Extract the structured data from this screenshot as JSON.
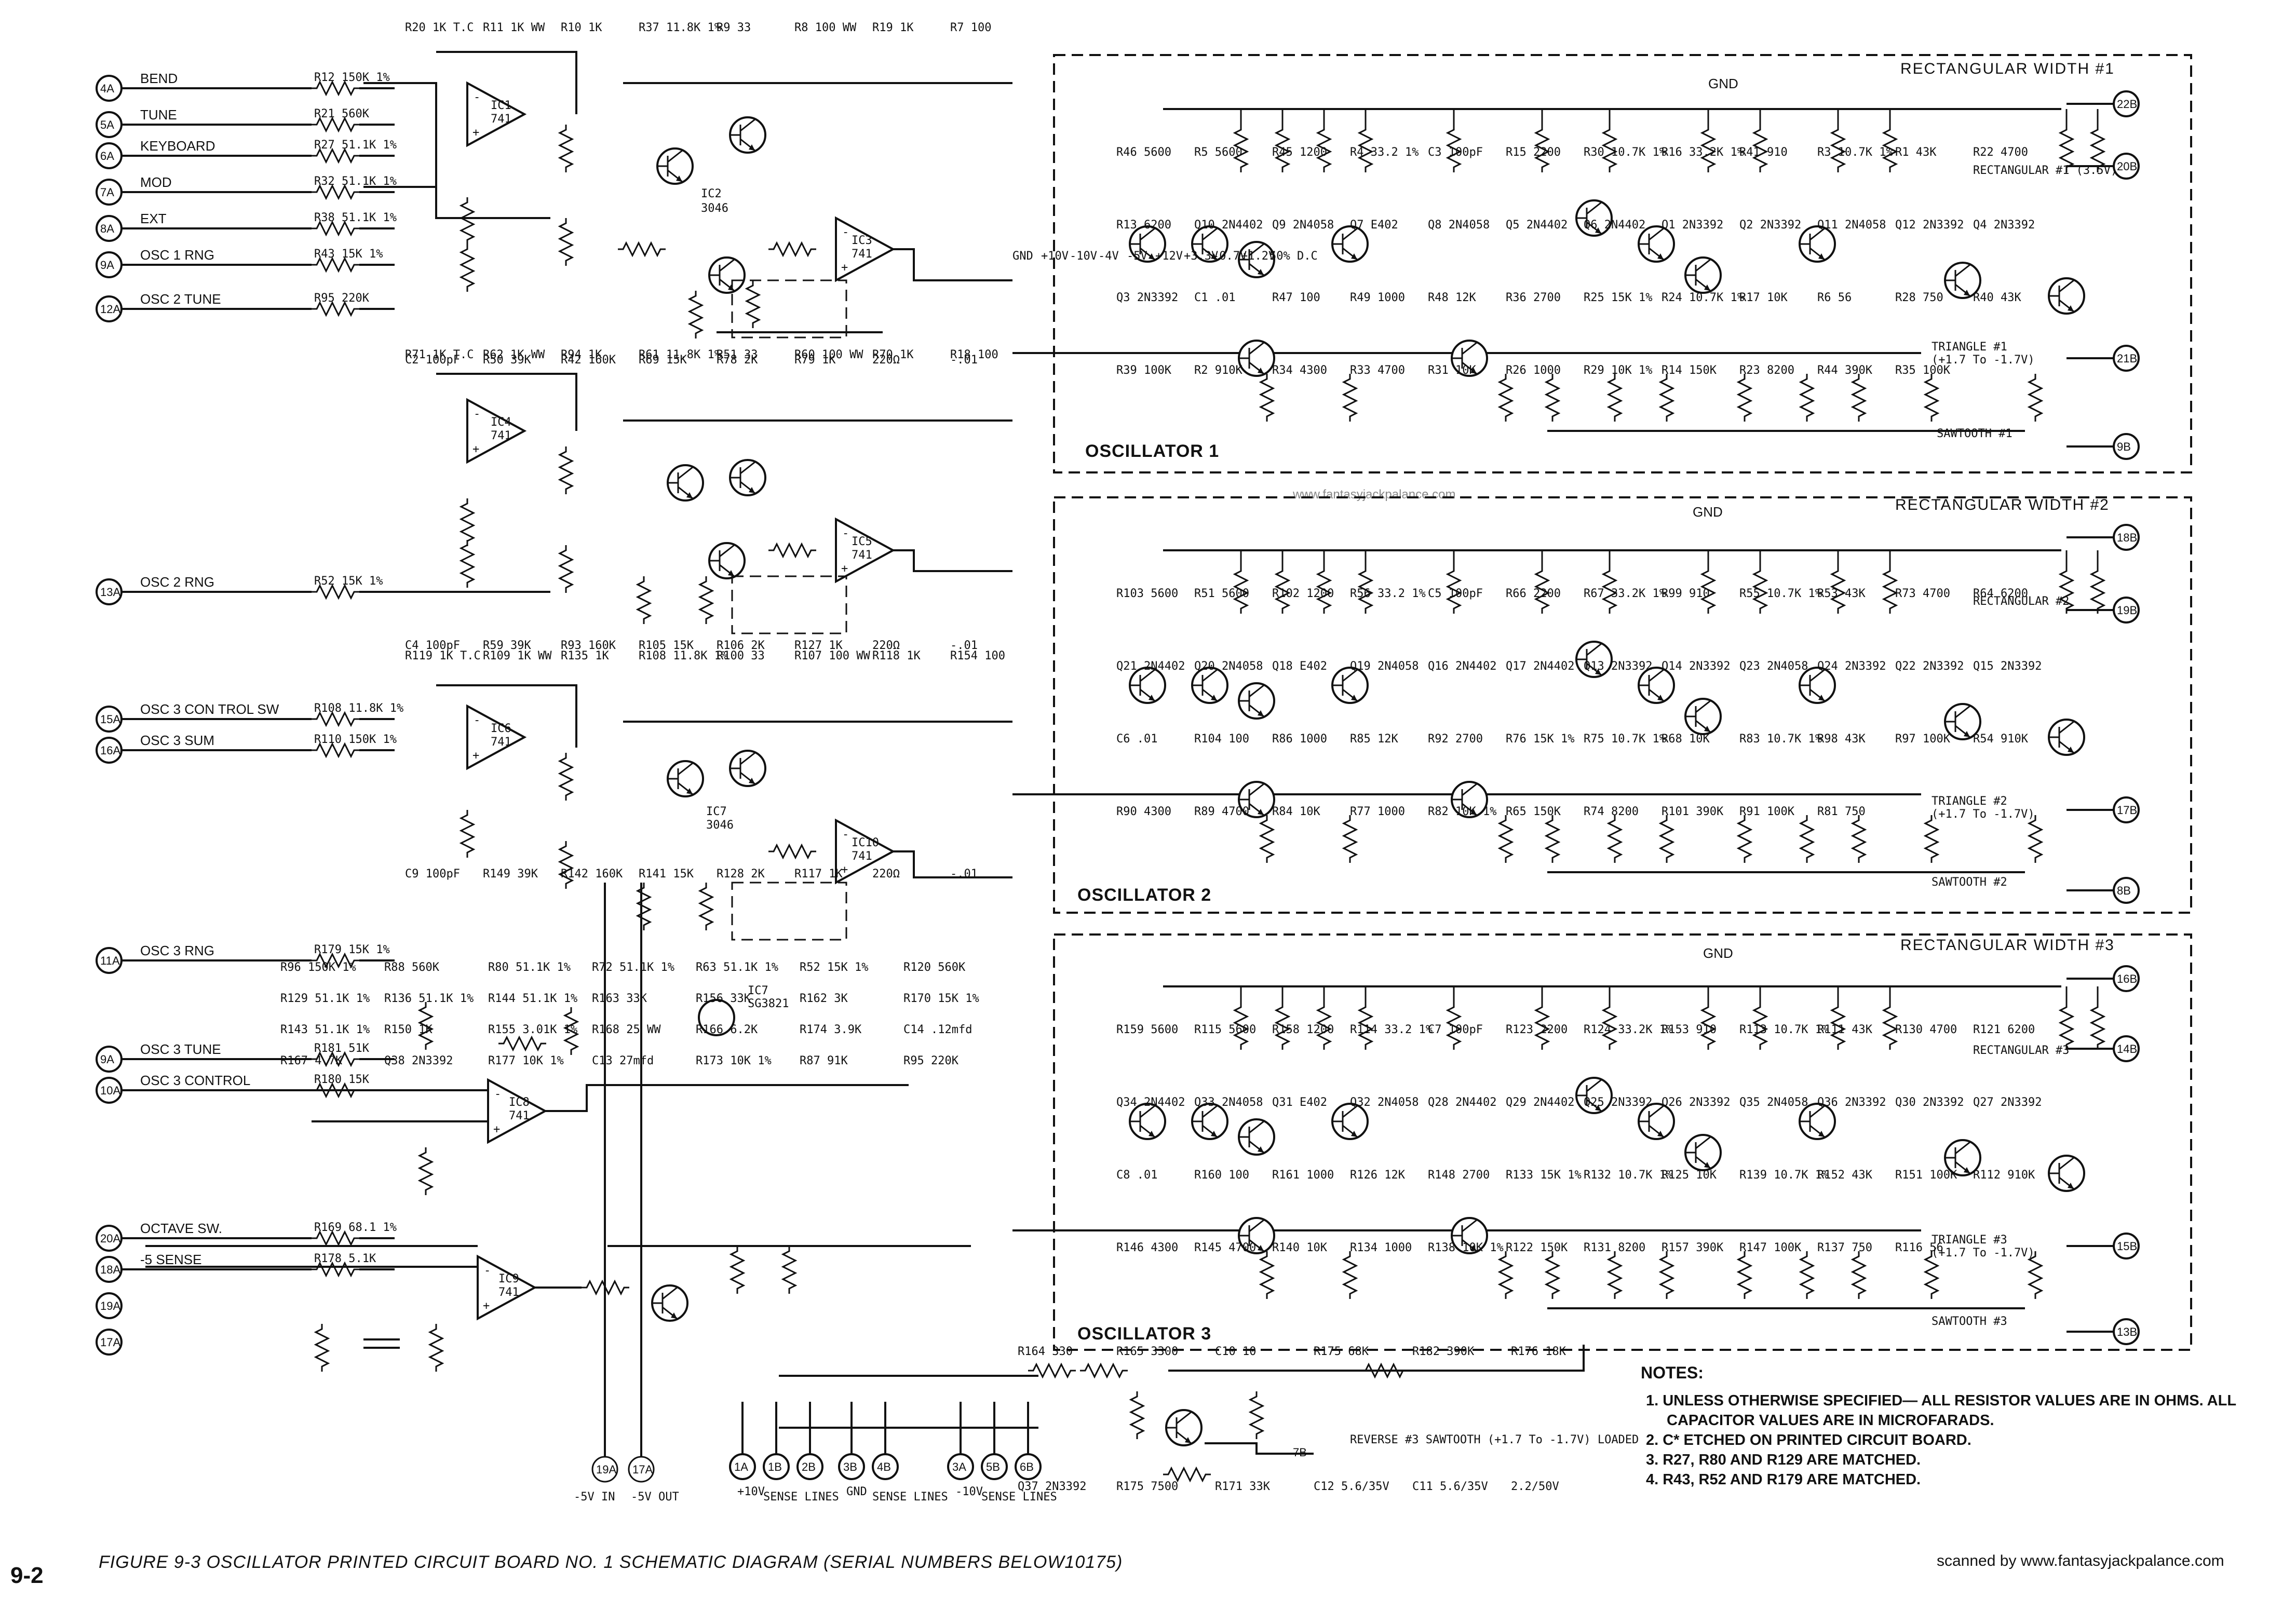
{
  "caption": "FIGURE 9-3 OSCILLATOR PRINTED CIRCUIT BOARD NO. 1 SCHEMATIC DIAGRAM (SERIAL NUMBERS BELOW10175)",
  "page_number": "9-2",
  "scanned_credit": "scanned by www.fantasyjackpalance.com",
  "watermark": "www.fantasyjackpalance.com",
  "notes": {
    "title": "NOTES:",
    "items": [
      "1. UNLESS OTHERWISE SPECIFIED— ALL RESISTOR VALUES ARE IN OHMS. ALL CAPACITOR VALUES ARE IN MICROFARADS.",
      "2. C* ETCHED ON PRINTED CIRCUIT BOARD.",
      "3. R27, R80 AND R129 ARE MATCHED.",
      "4. R43, R52 AND R179 ARE MATCHED."
    ]
  },
  "inputs": [
    {
      "pin": "4A",
      "label": "BEND",
      "res": "R12 150K 1%"
    },
    {
      "pin": "5A",
      "label": "TUNE",
      "res": "R21 560K"
    },
    {
      "pin": "6A",
      "label": "KEYBOARD",
      "res": "R27 51.1K 1%"
    },
    {
      "pin": "7A",
      "label": "MOD",
      "res": "R32 51.1K 1%"
    },
    {
      "pin": "8A",
      "label": "EXT",
      "res": "R38 51.1K 1%"
    },
    {
      "pin": "9A",
      "label": "OSC 1 RNG",
      "res": "R43 15K 1%"
    },
    {
      "pin": "12A",
      "label": "OSC 2 TUNE",
      "res": "R95 220K"
    },
    {
      "pin": "13A",
      "label": "OSC 2 RNG",
      "res": "R52 15K 1%"
    },
    {
      "pin": "15A",
      "label": "OSC 3 CON TROL SW",
      "res": "R108 11.8K 1%"
    },
    {
      "pin": "16A",
      "label": "OSC 3 SUM",
      "res": "R110 150K 1%"
    },
    {
      "pin": "11A",
      "label": "OSC 3 RNG",
      "res": "R179 15K 1%"
    },
    {
      "pin": "9A",
      "label": "OSC 3 TUNE",
      "res": "R181 51K"
    },
    {
      "pin": "10A",
      "label": "OSC 3 CONTROL",
      "res": "R180 15K"
    },
    {
      "pin": "20A",
      "label": "OCTAVE SW.",
      "res": "R169 68.1 1%"
    },
    {
      "pin": "18A",
      "label": "-5 SENSE",
      "res": "R178 5.1K"
    },
    {
      "pin": "19A",
      "label": "",
      "res": ""
    },
    {
      "pin": "17A",
      "label": "",
      "res": ""
    }
  ],
  "oscillators": [
    {
      "name": "OSCILLATOR 1",
      "rect_width": "RECTANGULAR WIDTH #1",
      "gnd": "GND",
      "outputs": [
        {
          "pin": "22B",
          "label": ""
        },
        {
          "pin": "20B",
          "label": ""
        },
        {
          "pin": "21B",
          "label": "TRIANGLE #1"
        },
        {
          "pin": "9B",
          "label": "SAWTOOTH #1"
        }
      ],
      "triangle_level": "(+1.7 To -1.7V)",
      "rect_label": "RECTANGULAR #1 (3.5V)",
      "parts": [
        "R46 5600",
        "R5 5600",
        "R45 1200",
        "R4 33.2 1%",
        "C3 100pF",
        "R15 2200",
        "R30 10.7K 1%",
        "R16 33.2K 1%",
        "R41 910",
        "R3 10.7K 1%",
        "R1 43K",
        "R22 4700",
        "R13 6200",
        "Q10 2N4402",
        "Q9 2N4058",
        "Q7 E402",
        "Q8 2N4058",
        "Q5 2N4402",
        "Q6 2N4402",
        "Q1 2N3392",
        "Q2 2N3392",
        "Q11 2N4058",
        "Q12 2N3392",
        "Q4 2N3392",
        "Q3 2N3392",
        "C1 .01",
        "R47 100",
        "R49 1000",
        "R48 12K",
        "R36 2700",
        "R25 15K 1%",
        "R24 10.7K 1%",
        "R17 10K",
        "R6 56",
        "R28 750",
        "R40 43K",
        "R39 100K",
        "R2 910K",
        "R34 4300",
        "R33 4700",
        "R31 10K",
        "R26 1000",
        "R29 10K 1%",
        "R14 150K",
        "R23 8200",
        "R44 390K",
        "R35 100K"
      ]
    },
    {
      "name": "OSCILLATOR 2",
      "rect_width": "RECTANGULAR WIDTH #2",
      "gnd": "GND",
      "outputs": [
        {
          "pin": "18B",
          "label": ""
        },
        {
          "pin": "19B",
          "label": ""
        },
        {
          "pin": "17B",
          "label": "TRIANGLE #2"
        },
        {
          "pin": "8B",
          "label": "SAWTOOTH #2"
        }
      ],
      "triangle_level": "(+1.7 To -1.7V)",
      "rect_label": "RECTANGULAR #2",
      "parts": [
        "R103 5600",
        "R51 5600",
        "R102 1200",
        "R56 33.2 1%",
        "C5 100pF",
        "R66 2200",
        "R67 33.2K 1%",
        "R99 910",
        "R55 10.7K 1%",
        "R53 43K",
        "R73 4700",
        "R64 6200",
        "Q21 2N4402",
        "Q20 2N4058",
        "Q18 E402",
        "Q19 2N4058",
        "Q16 2N4402",
        "Q17 2N4402",
        "Q13 2N3392",
        "Q14 2N3392",
        "Q23 2N4058",
        "Q24 2N3392",
        "Q22 2N3392",
        "Q15 2N3392",
        "C6 .01",
        "R104 100",
        "R86 1000",
        "R85 12K",
        "R92 2700",
        "R76 15K 1%",
        "R75 10.7K 1%",
        "R68 10K",
        "R83 10.7K 1%",
        "R98 43K",
        "R97 100K",
        "R54 910K",
        "R90 4300",
        "R89 4700",
        "R84 10K",
        "R77 1000",
        "R82 10K 1%",
        "R65 150K",
        "R74 8200",
        "R101 390K",
        "R91 100K",
        "R81 750"
      ]
    },
    {
      "name": "OSCILLATOR 3",
      "rect_width": "RECTANGULAR WIDTH #3",
      "gnd": "GND",
      "outputs": [
        {
          "pin": "16B",
          "label": ""
        },
        {
          "pin": "14B",
          "label": ""
        },
        {
          "pin": "15B",
          "label": "TRIANGLE #3"
        },
        {
          "pin": "13B",
          "label": "SAWTOOTH #3"
        }
      ],
      "triangle_level": "(+1.7 To -1.7V)",
      "rect_label": "RECTANGULAR #3",
      "parts": [
        "R159 5600",
        "R115 5600",
        "R158 1200",
        "R114 33.2 1%",
        "C7 100pF",
        "R123 2200",
        "R124 33.2K 1%",
        "R153 910",
        "R113 10.7K 1%",
        "R111 43K",
        "R130 4700",
        "R121 6200",
        "Q34 2N4402",
        "Q33 2N4058",
        "Q31 E402",
        "Q32 2N4058",
        "Q28 2N4402",
        "Q29 2N4402",
        "Q25 2N3392",
        "Q26 2N3392",
        "Q35 2N4058",
        "Q36 2N3392",
        "Q30 2N3392",
        "Q27 2N3392",
        "C8 .01",
        "R160 100",
        "R161 1000",
        "R126 12K",
        "R148 2700",
        "R133 15K 1%",
        "R132 10.7K 1%",
        "R125 10K",
        "R139 10.7K 1%",
        "R152 43K",
        "R151 100K",
        "R112 910K",
        "R146 4300",
        "R145 4700",
        "R140 10K",
        "R134 1000",
        "R138 10K 1%",
        "R122 150K",
        "R131 8200",
        "R157 390K",
        "R147 100K",
        "R137 750",
        "R116 56"
      ]
    }
  ],
  "ics": [
    {
      "ref": "IC1",
      "type": "741"
    },
    {
      "ref": "IC2",
      "type": "3046"
    },
    {
      "ref": "IC3",
      "type": "741"
    },
    {
      "ref": "IC4",
      "type": "741"
    },
    {
      "ref": "IC5",
      "type": "741"
    },
    {
      "ref": "IC6",
      "type": "741"
    },
    {
      "ref": "IC7",
      "type": "3046"
    },
    {
      "ref": "IC8",
      "type": "741"
    },
    {
      "ref": "IC9",
      "type": "741"
    },
    {
      "ref": "IC10",
      "type": "741"
    },
    {
      "ref": "IC7",
      "type": "SG3821"
    }
  ],
  "converter_parts": {
    "block1": [
      "R20 1K T.C",
      "R11 1K WW",
      "R10 1K",
      "R37 11.8K 1%",
      "R9 33",
      "R8 100 WW",
      "R19 1K",
      "R7 100",
      "C2 100pF",
      "R50 39K",
      "R42 160K",
      "R69 15K",
      "R78 2K",
      "R79 1K",
      "220Ω",
      "-.01"
    ],
    "block2": [
      "R71 1K T.C",
      "R62 1K WW",
      "R94 1K",
      "R61 11.8K 1%",
      "R51 33",
      "R60 100 WW",
      "R70 1K",
      "R18 100",
      "C4 100pF",
      "R59 39K",
      "R93 160K",
      "R105 15K",
      "R106 2K",
      "R127 1K",
      "220Ω",
      "-.01"
    ],
    "block3": [
      "R119 1K T.C",
      "R109 1K WW",
      "R135 1K",
      "R108 11.8K 1%",
      "R100 33",
      "R107 100 WW",
      "R118 1K",
      "R154 100",
      "C9 100pF",
      "R149 39K",
      "R142 160K",
      "R141 15K",
      "R128 2K",
      "R117 1K",
      "220Ω",
      "-.01"
    ],
    "misc": [
      "R96 150K 1%",
      "R88 560K",
      "R80 51.1K 1%",
      "R72 51.1K 1%",
      "R63 51.1K 1%",
      "R52 15K 1%",
      "R120 560K",
      "R129 51.1K 1%",
      "R136 51.1K 1%",
      "R144 51.1K 1%",
      "R163 33K",
      "R156 33K",
      "R162 3K",
      "R170 15K 1%",
      "R143 51.1K 1%",
      "R150 1K",
      "R155 3.01K 1%",
      "R168 25 WW",
      "R166 6.2K",
      "R174 3.9K",
      "C14 .12mfd",
      "R167 4.7K",
      "Q38 2N3392",
      "R177 10K 1%",
      "C13 27mfd",
      "R173 10K 1%",
      "R87 91K",
      "R95 220K"
    ]
  },
  "sawtooth_circuit": {
    "parts": [
      "R164 330",
      "R165 3300",
      "C10 10",
      "R175 68K",
      "R182 390K",
      "R176 18K",
      "Q37 2N3392",
      "R175 7500",
      "R171 33K",
      "C12 5.6/35V",
      "C11 5.6/35V",
      "2.2/50V"
    ],
    "output_pin": "7B",
    "output_label": "REVERSE #3 SAWTOOTH (+1.7 To -1.7V) LOADED"
  },
  "power_pins": [
    {
      "pin": "19A",
      "label": "-5V IN"
    },
    {
      "pin": "17A",
      "label": "-5V OUT"
    }
  ],
  "sense_lines": [
    {
      "pins": [
        "1A",
        "1B",
        "2B"
      ],
      "supply": "+10V",
      "label": "SENSE LINES"
    },
    {
      "pins": [
        "3B",
        "4B"
      ],
      "supply": "GND",
      "label": "SENSE LINES"
    },
    {
      "pins": [
        "3A",
        "5B",
        "6B"
      ],
      "supply": "-10V",
      "label": "SENSE LINES"
    }
  ],
  "rails": [
    "GND",
    "+10V",
    "-10V",
    "-4V",
    "-5V",
    "+12V",
    "+3.3V",
    "-0.7V",
    "+1.2V",
    "50% D.C"
  ]
}
